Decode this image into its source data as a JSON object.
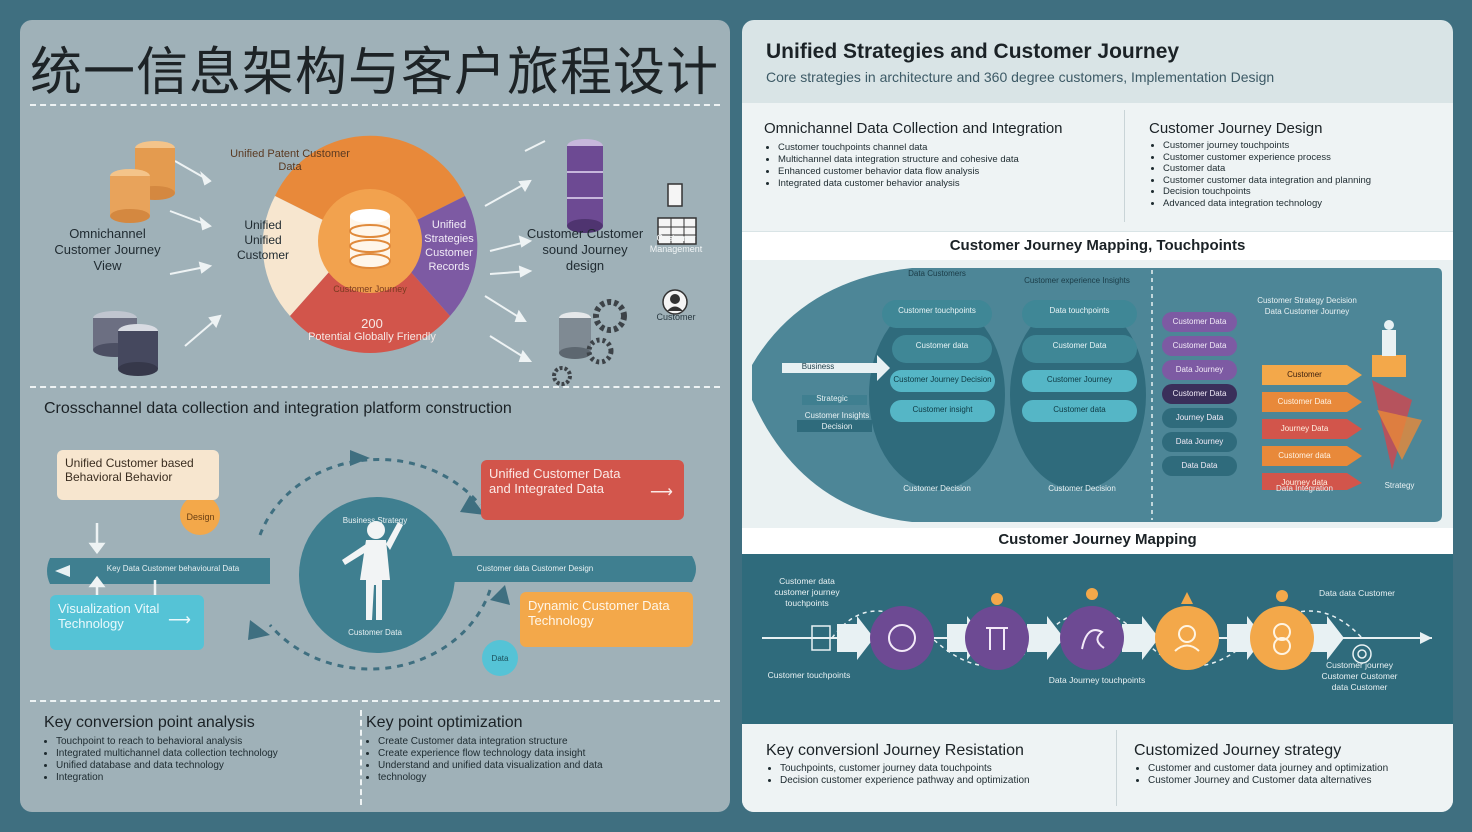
{
  "left": {
    "title": "统一信息架构与客户旅程设计",
    "hub": {
      "top": "Unified Patent Customer Data",
      "left": "Unified Unified Customer",
      "right": "Unified Strategies Customer Records",
      "bottom_num": "200",
      "bottom": "Potential Globally Friendly",
      "arc_label": "Customer Journey"
    },
    "omni_label": "Omnichannel Customer Journey View",
    "customer_label": "Customer Customer sound Journey design",
    "right_icons": {
      "top": "Customer Management",
      "bottom": "Customer"
    },
    "cross_title": "Crosschannel data collection and integration platform construction",
    "box_orange": "Unified Customer based Behavioral Behavior",
    "orange_dot": "Design",
    "box_red": "Unified Customer Data and Integrated Data",
    "box_cyan": "Visualization Vital Technology",
    "box_amber": "Dynamic Customer Data Technology",
    "bar_left": "Key Data Customer behavioural Data",
    "bar_right": "Customer data Customer Design",
    "center_caption": "Business Strategy",
    "center_bottom": "Customer Data",
    "cyan_dot": "Data",
    "conversion": {
      "title": "Key conversion point analysis",
      "items": [
        "Touchpoint to reach to behavioral analysis",
        "Integrated multichannel data collection technology",
        "Unified database and data technology",
        "Integration"
      ]
    },
    "optimization": {
      "title": "Key point optimization",
      "items": [
        "Create Customer data integration structure",
        "Create experience flow technology data insight",
        "Understand and unified data visualization and data",
        "technology"
      ]
    }
  },
  "right": {
    "title": "Unified Strategies  and Customer Journey",
    "subtitle": "Core strategies in architecture and 360 degree customers, Implementation Design",
    "omni": {
      "title": "Omnichannel Data Collection and Integration",
      "items": [
        "Customer touchpoints channel data",
        "Multichannel data integration structure and cohesive data",
        "Enhanced customer behavior data flow analysis",
        "Integrated data customer behavior analysis"
      ]
    },
    "design": {
      "title": "Customer Journey Design",
      "items": [
        "Customer journey touchpoints",
        "Customer customer experience process",
        "Customer data",
        "Customer customer data integration and planning",
        "Decision touchpoints",
        "Advanced data integration technology"
      ]
    },
    "mapping_title": "Customer Journey Mapping, Touchpoints",
    "mapping": {
      "left_tip": "Business",
      "left_tip2": "Strategic",
      "left_caption": "Customer Insights Decision",
      "col1_top": "Data Customers",
      "col2_top": "Customer experience Insights",
      "col1_bottom": "Customer Decision",
      "col2_bottom": "Customer Decision",
      "col3_bottom": "Data Integration",
      "col4_bottom": "Strategy",
      "right_top": "Customer Strategy Decision Data Customer Journey",
      "pills_teal": [
        "Customer touchpoints",
        "Customer data",
        "Customer Journey Decision",
        "Customer insight"
      ],
      "pills_teal2": [
        "Data touchpoints",
        "Customer Data",
        "Customer Journey",
        "Customer data"
      ],
      "pills_purple": [
        "Customer Data",
        "Customer Data",
        "Data Journey",
        "Customer Data",
        "Journey Data",
        "Data Journey",
        "Data Data"
      ],
      "pills_orange": [
        "Customer",
        "Customer Data",
        "Journey Data",
        "Customer data",
        "Journey data"
      ]
    },
    "journey_title": "Customer Journey Mapping",
    "journey": {
      "left_top": "Customer data customer journey touchpoints",
      "left_bottom": "Customer touchpoints",
      "mid_bottom": "Data Journey touchpoints",
      "right_top": "Data data Customer",
      "right_bottom": "Customer journey Customer Customer data Customer"
    },
    "resist": {
      "title": "Key conversionl Journey Resistation",
      "items": [
        "Touchpoints, customer journey data touchpoints",
        "Decision customer experience pathway and optimization"
      ]
    },
    "custom": {
      "title": "Customized Journey strategy",
      "items": [
        "Customer and customer data journey and optimization",
        "Customer Journey and Customer data alternatives"
      ]
    }
  },
  "colors": {
    "orange": "#e8893a",
    "purple": "#7d5aa3",
    "red": "#d2554b",
    "teal": "#3f7f90",
    "cyan": "#55c3d6",
    "amber": "#f3a84a",
    "peach": "#f7e6cf"
  }
}
